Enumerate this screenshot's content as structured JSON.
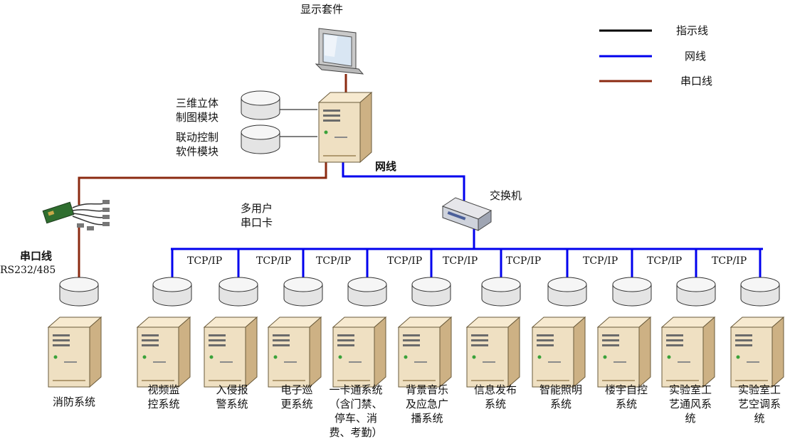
{
  "legend": {
    "items": [
      {
        "label": "指示线",
        "color": "#000000"
      },
      {
        "label": "网线",
        "color": "#0000ee"
      },
      {
        "label": "串口线",
        "color": "#8b2a10"
      }
    ]
  },
  "top": {
    "display_label": "显示套件",
    "module_3d": "三维立体\n制图模块",
    "module_link": "联动控制\n软件模块",
    "network_label": "网线",
    "switch_label": "交换机",
    "serial_card_label": "多用户\n串口卡",
    "serial_line_label": "串口线",
    "serial_std_label": "RS232/485"
  },
  "fire": {
    "label": "消防系统"
  },
  "tcp_label": "TCP/IP",
  "systems": [
    {
      "label": "视频监\n控系统"
    },
    {
      "label": "入侵报\n警系统"
    },
    {
      "label": "电子巡\n更系统"
    },
    {
      "label": "一卡通系统\n（含门禁、\n停车、消\n费、考勤）"
    },
    {
      "label": "背景音乐\n及应急广\n播系统"
    },
    {
      "label": "信息发布\n系统"
    },
    {
      "label": "智能照明\n系统"
    },
    {
      "label": "楼宇自控\n系统"
    },
    {
      "label": "实验室工\n艺通风系\n统"
    },
    {
      "label": "实验室工\n艺空调系\n统"
    }
  ],
  "colors": {
    "network": "#0000ee",
    "serial": "#8b2a10",
    "indicator": "#000000",
    "server_body": "#f1e2c6",
    "server_side": "#d6bf95"
  }
}
